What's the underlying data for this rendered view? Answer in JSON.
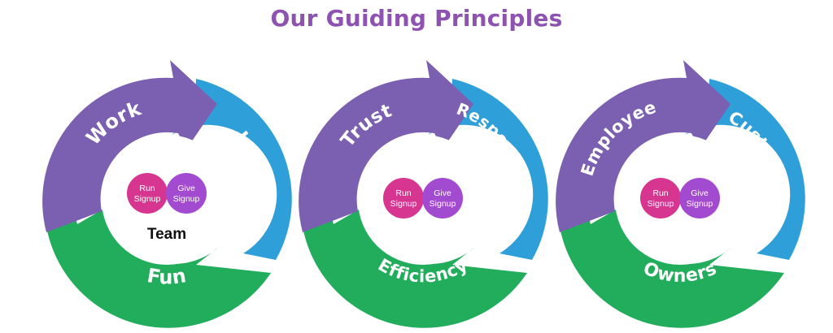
{
  "title": "Our Guiding Principles",
  "colors": {
    "title": "#8e52b0",
    "purple": "#7b5fb0",
    "blue": "#2e9fd9",
    "green": "#22ad5c",
    "logo_pink": "#d6368f",
    "logo_purple": "#a34bd0"
  },
  "logo": {
    "left_line1": "Run",
    "left_line2": "Signup",
    "right_line1": "Give",
    "right_line2": "Signup"
  },
  "cycles": [
    {
      "purple_label": "Work",
      "blue_label": "Learn",
      "green_label": "Fun",
      "center_label": "Team"
    },
    {
      "purple_label": "Trust",
      "blue_label": "Responsibility",
      "green_label": "Efficiency",
      "center_label": ""
    },
    {
      "purple_label": "Employee",
      "blue_label": "Customers",
      "green_label": "Owners",
      "center_label": ""
    }
  ]
}
